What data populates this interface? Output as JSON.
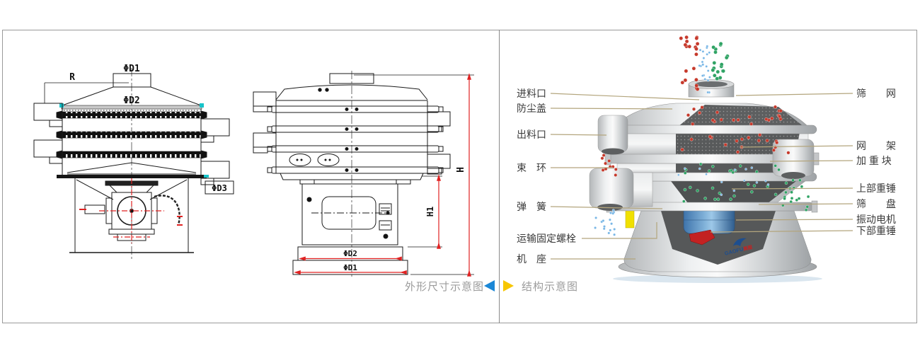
{
  "left_panel": {
    "caption": "外形尺寸示意图",
    "front_view": {
      "top_inlet_dia": "ΦD1",
      "body_dia": "ΦD2",
      "outlet_dia": "ΦD3",
      "lid_radius": "R"
    },
    "side_view": {
      "total_height": "H",
      "upper_height": "H1",
      "base_upper_dia": "ΦD2",
      "base_lower_dia": "ΦD1"
    }
  },
  "right_panel": {
    "caption": "结构示意图",
    "labels_left": [
      "进料口",
      "防尘盖",
      "出料口",
      "束　环",
      "弹　簧",
      "运输固定螺栓",
      "机　座"
    ],
    "labels_right": [
      "筛　　网",
      "网　　架",
      "加 重 块",
      "上部重锤",
      "筛　　盘",
      "振动电机",
      "下部重锤"
    ],
    "logo": {
      "latin": "GAOFU",
      "cn": "高服"
    }
  },
  "colors": {
    "arrow_blue": "#1b87d6",
    "arrow_yellow": "#f7c600",
    "leader_line": "#b3a57d",
    "dimension_red": "#e02222",
    "highlight_cyan": "#17c3c9",
    "motor_blue": "#4a7fb5",
    "weight_red": "#c32222",
    "bolt_yellow": "#f0e000",
    "particle_red": "#c6392b",
    "particle_green": "#2fa364",
    "particle_blue": "#79b7e6"
  }
}
